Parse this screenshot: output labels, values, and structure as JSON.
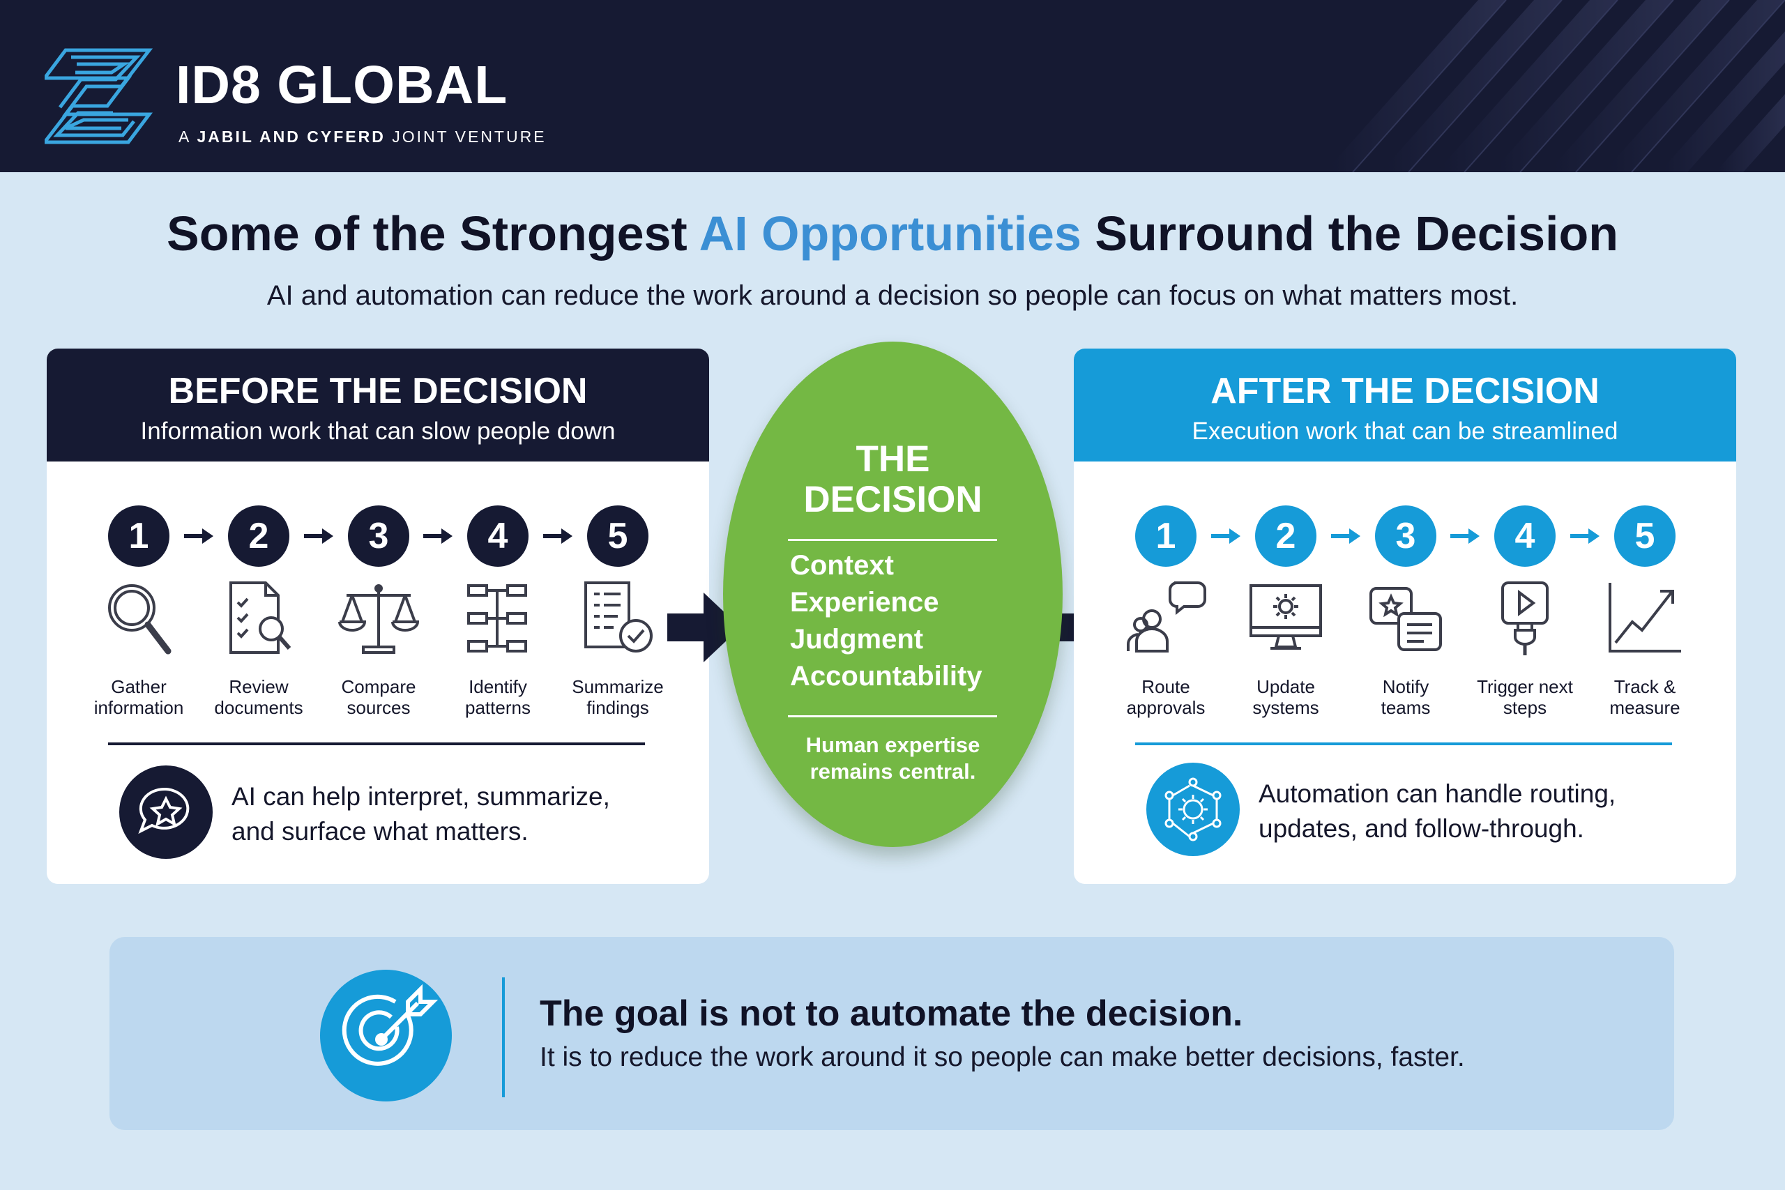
{
  "header": {
    "brand": "ID8 GLOBAL",
    "tagline_prefix": "A ",
    "tagline_bold": "JABIL AND CYFERD",
    "tagline_suffix": " JOINT VENTURE",
    "logo_icon": "id8-logo-icon"
  },
  "title": {
    "before": "Some of the Strongest ",
    "accent": "AI Opportunities",
    "after": " Surround the Decision"
  },
  "subtitle": "AI and automation can reduce the work around a decision so people can focus on what matters most.",
  "before": {
    "title": "BEFORE THE DECISION",
    "subtitle": "Information work that can slow people down",
    "steps": [
      {
        "num": "1",
        "line1": "Gather",
        "line2": "information",
        "icon": "magnifier-icon"
      },
      {
        "num": "2",
        "line1": "Review",
        "line2": "documents",
        "icon": "document-review-icon"
      },
      {
        "num": "3",
        "line1": "Compare",
        "line2": "sources",
        "icon": "balance-scale-icon"
      },
      {
        "num": "4",
        "line1": "Identify",
        "line2": "patterns",
        "icon": "pattern-blocks-icon"
      },
      {
        "num": "5",
        "line1": "Summarize",
        "line2": "findings",
        "icon": "summary-check-icon"
      }
    ],
    "note_line1": "AI can help interpret, summarize,",
    "note_line2": "and surface what matters.",
    "note_icon": "star-chat-icon"
  },
  "decision": {
    "title_line1": "THE",
    "title_line2": "DECISION",
    "items": [
      "Context",
      "Experience",
      "Judgment",
      "Accountability"
    ],
    "foot_line1": "Human expertise",
    "foot_line2": "remains central."
  },
  "after": {
    "title": "AFTER THE DECISION",
    "subtitle": "Execution work that can be streamlined",
    "steps": [
      {
        "num": "1",
        "line1": "Route",
        "line2": "approvals",
        "icon": "people-chat-icon"
      },
      {
        "num": "2",
        "line1": "Update",
        "line2": "systems",
        "icon": "monitor-gear-icon"
      },
      {
        "num": "3",
        "line1": "Notify",
        "line2": "teams",
        "icon": "notification-cards-icon"
      },
      {
        "num": "4",
        "line1": "Trigger next",
        "line2": "steps",
        "icon": "play-plug-icon"
      },
      {
        "num": "5",
        "line1": "Track &",
        "line2": "measure",
        "icon": "trend-chart-icon"
      }
    ],
    "note_line1": "Automation can handle routing,",
    "note_line2": "updates, and follow-through.",
    "note_icon": "network-gear-icon"
  },
  "goal": {
    "title": "The goal is not to automate the decision.",
    "text": "It is to reduce the work around it so people can make better decisions, faster.",
    "icon": "target-arrow-icon"
  },
  "colors": {
    "navy": "#161a33",
    "blue": "#169bd8",
    "accent_blue": "#3b8fd4",
    "green": "#74b844",
    "background": "#d6e7f4",
    "goal_background": "#bdd8ef"
  }
}
